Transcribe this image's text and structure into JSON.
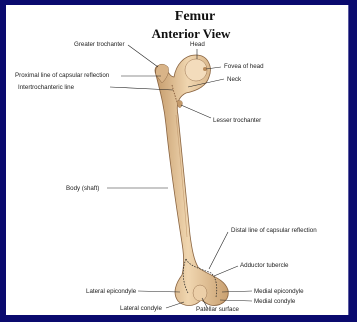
{
  "diagram": {
    "title": "Femur",
    "subtitle": "Anterior View",
    "labels": {
      "greater_trochanter": "Greater trochanter",
      "head": "Head",
      "fovea_of_head": "Fovea of head",
      "proximal_line": "Proximal line of capsular reflection",
      "neck": "Neck",
      "intertrochanteric_line": "Intertrochanteric line",
      "lesser_trochanter": "Lesser trochanter",
      "body": "Body (shaft)",
      "distal_line": "Distal line of capsular reflection",
      "adductor_tubercle": "Adductor tubercle",
      "lateral_epicondyle": "Lateral epicondyle",
      "medial_epicondyle": "Medial epicondyle",
      "medial_condyle": "Medial condyle",
      "lateral_condyle": "Lateral condyle",
      "patellar_surface": "Patellar surface"
    },
    "colors": {
      "background": "#0a0a6e",
      "bone": "#e8c9a0",
      "bone_shadow": "#c49a6a",
      "leader_line": "#222222"
    }
  }
}
